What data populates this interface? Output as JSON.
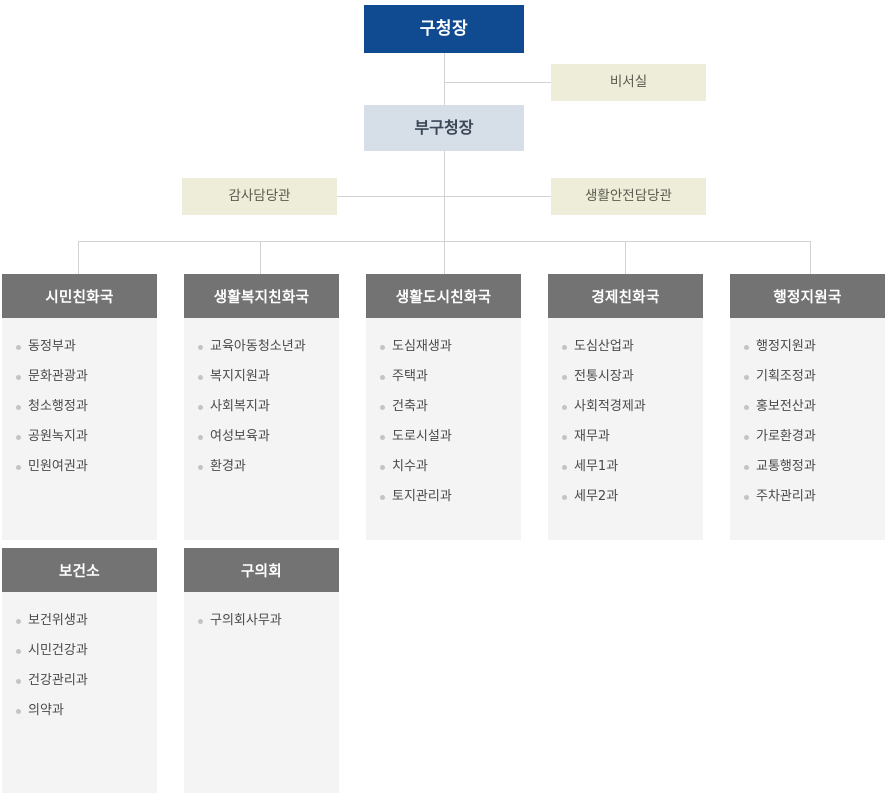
{
  "org_chart": {
    "head": {
      "label": "구청장"
    },
    "secretariat": {
      "label": "비서실"
    },
    "deputy": {
      "label": "부구청장"
    },
    "officers": [
      {
        "label": "감사담당관"
      },
      {
        "label": "생활안전담당관"
      }
    ],
    "divisions": [
      {
        "title": "시민친화국",
        "items": [
          "동정부과",
          "문화관광과",
          "청소행정과",
          "공원녹지과",
          "민원여권과"
        ]
      },
      {
        "title": "생활복지친화국",
        "items": [
          "교육아동청소년과",
          "복지지원과",
          "사회복지과",
          "여성보육과",
          "환경과"
        ]
      },
      {
        "title": "생활도시친화국",
        "items": [
          "도심재생과",
          "주택과",
          "건축과",
          "도로시설과",
          "치수과",
          "토지관리과"
        ]
      },
      {
        "title": "경제친화국",
        "items": [
          "도심산업과",
          "전통시장과",
          "사회적경제과",
          "재무과",
          "세무1과",
          "세무2과"
        ]
      },
      {
        "title": "행정지원국",
        "items": [
          "행정지원과",
          "기획조정과",
          "홍보전산과",
          "가로환경과",
          "교통행정과",
          "주차관리과"
        ]
      }
    ],
    "bottom_divisions": [
      {
        "title": "보건소",
        "items": [
          "보건위생과",
          "시민건강과",
          "건강관리과",
          "의약과"
        ]
      },
      {
        "title": "구의회",
        "items": [
          "구의회사무과"
        ]
      }
    ],
    "colors": {
      "head_bg": "#104a91",
      "deputy_bg": "#d6dee8",
      "aux_bg": "#ededd9",
      "division_header_bg": "#737373",
      "division_body_bg": "#f4f4f4",
      "line": "#d3d3d3",
      "bullet": "#c4c4c4"
    }
  }
}
